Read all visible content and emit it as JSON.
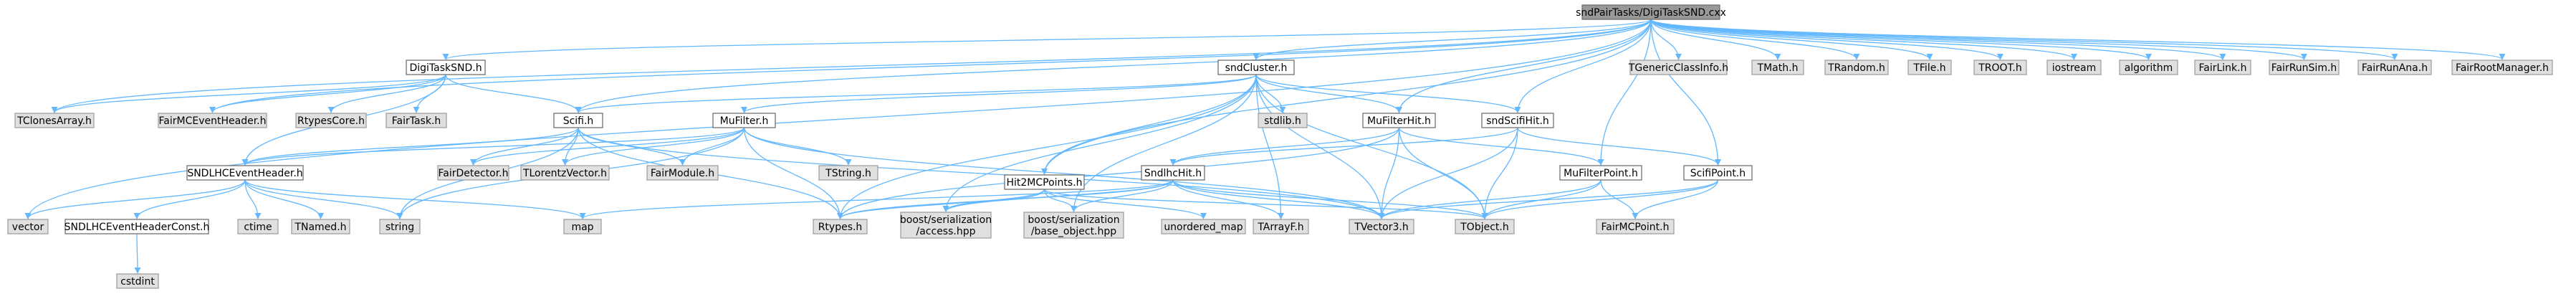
{
  "colors": {
    "edge": "#63b8ff",
    "root_fill": "#999999",
    "internal_fill": "#ffffff",
    "external_fill": "#e0e0e0"
  },
  "nodes": [
    {
      "id": "root",
      "label": "sndPairTasks/DigiTaskSND.cxx",
      "kind": "root"
    },
    {
      "id": "digitasksnd_h",
      "label": "DigiTaskSND.h",
      "kind": "internal"
    },
    {
      "id": "sndcluster_h",
      "label": "sndCluster.h",
      "kind": "internal"
    },
    {
      "id": "tgenericclassinfo",
      "label": "TGenericClassInfo.h",
      "kind": "external"
    },
    {
      "id": "tmath",
      "label": "TMath.h",
      "kind": "external"
    },
    {
      "id": "trandom",
      "label": "TRandom.h",
      "kind": "external"
    },
    {
      "id": "tfile",
      "label": "TFile.h",
      "kind": "external"
    },
    {
      "id": "troot",
      "label": "TROOT.h",
      "kind": "external"
    },
    {
      "id": "iostream",
      "label": "iostream",
      "kind": "external"
    },
    {
      "id": "algorithm",
      "label": "algorithm",
      "kind": "external"
    },
    {
      "id": "fairlink",
      "label": "FairLink.h",
      "kind": "external"
    },
    {
      "id": "fairrunsim",
      "label": "FairRunSim.h",
      "kind": "external"
    },
    {
      "id": "fairrunana",
      "label": "FairRunAna.h",
      "kind": "external"
    },
    {
      "id": "fairrootmanager",
      "label": "FairRootManager.h",
      "kind": "external"
    },
    {
      "id": "tclonesarray",
      "label": "TClonesArray.h",
      "kind": "external"
    },
    {
      "id": "fairmceventheader",
      "label": "FairMCEventHeader.h",
      "kind": "external"
    },
    {
      "id": "rtypescore",
      "label": "RtypesCore.h",
      "kind": "external"
    },
    {
      "id": "fairtask",
      "label": "FairTask.h",
      "kind": "external"
    },
    {
      "id": "scifi_h",
      "label": "Scifi.h",
      "kind": "internal"
    },
    {
      "id": "mufilter_h",
      "label": "MuFilter.h",
      "kind": "internal"
    },
    {
      "id": "stdlib",
      "label": "stdlib.h",
      "kind": "external"
    },
    {
      "id": "mufilterhit_h",
      "label": "MuFilterHit.h",
      "kind": "internal"
    },
    {
      "id": "sndscifihit_h",
      "label": "sndScifiHit.h",
      "kind": "internal"
    },
    {
      "id": "sndlhceventheader_h",
      "label": "SNDLHCEventHeader.h",
      "kind": "internal"
    },
    {
      "id": "fairdetector",
      "label": "FairDetector.h",
      "kind": "external"
    },
    {
      "id": "tlorentzvector",
      "label": "TLorentzVector.h",
      "kind": "external"
    },
    {
      "id": "fairmodule",
      "label": "FairModule.h",
      "kind": "external"
    },
    {
      "id": "tstring",
      "label": "TString.h",
      "kind": "external"
    },
    {
      "id": "sndlhchit_h",
      "label": "SndlhcHit.h",
      "kind": "internal"
    },
    {
      "id": "mufilterpoint_h",
      "label": "MuFilterPoint.h",
      "kind": "internal"
    },
    {
      "id": "scifipoint_h",
      "label": "ScifiPoint.h",
      "kind": "internal"
    },
    {
      "id": "hit2mcpoints_h",
      "label": "Hit2MCPoints.h",
      "kind": "internal"
    },
    {
      "id": "vector",
      "label": "vector",
      "kind": "external"
    },
    {
      "id": "sndlhceventheaderconst_h",
      "label": "SNDLHCEventHeaderConst.h",
      "kind": "internal"
    },
    {
      "id": "ctime",
      "label": "ctime",
      "kind": "external"
    },
    {
      "id": "tnamed",
      "label": "TNamed.h",
      "kind": "external"
    },
    {
      "id": "string",
      "label": "string",
      "kind": "external"
    },
    {
      "id": "map",
      "label": "map",
      "kind": "external"
    },
    {
      "id": "rtypes",
      "label": "Rtypes.h",
      "kind": "external"
    },
    {
      "id": "boost_access",
      "label": "boost/serialization\n/access.hpp",
      "kind": "external"
    },
    {
      "id": "boost_base",
      "label": "boost/serialization\n/base_object.hpp",
      "kind": "external"
    },
    {
      "id": "unordered_map",
      "label": "unordered_map",
      "kind": "external"
    },
    {
      "id": "tarrayf",
      "label": "TArrayF.h",
      "kind": "external"
    },
    {
      "id": "tvector3",
      "label": "TVector3.h",
      "kind": "external"
    },
    {
      "id": "tobject",
      "label": "TObject.h",
      "kind": "external"
    },
    {
      "id": "fairmcpoint",
      "label": "FairMCPoint.h",
      "kind": "external"
    },
    {
      "id": "cstdint",
      "label": "cstdint",
      "kind": "external"
    }
  ],
  "edges": [
    [
      "root",
      "digitasksnd_h"
    ],
    [
      "root",
      "sndcluster_h"
    ],
    [
      "root",
      "tgenericclassinfo"
    ],
    [
      "root",
      "tmath"
    ],
    [
      "root",
      "trandom"
    ],
    [
      "root",
      "tfile"
    ],
    [
      "root",
      "troot"
    ],
    [
      "root",
      "iostream"
    ],
    [
      "root",
      "algorithm"
    ],
    [
      "root",
      "fairlink"
    ],
    [
      "root",
      "fairrunsim"
    ],
    [
      "root",
      "fairrunana"
    ],
    [
      "root",
      "fairrootmanager"
    ],
    [
      "root",
      "tclonesarray"
    ],
    [
      "root",
      "fairmceventheader"
    ],
    [
      "root",
      "scifi_h"
    ],
    [
      "root",
      "mufilterhit_h"
    ],
    [
      "root",
      "sndscifihit_h"
    ],
    [
      "root",
      "mufilterpoint_h"
    ],
    [
      "root",
      "scifipoint_h"
    ],
    [
      "root",
      "hit2mcpoints_h"
    ],
    [
      "root",
      "vector"
    ],
    [
      "digitasksnd_h",
      "tclonesarray"
    ],
    [
      "digitasksnd_h",
      "fairmceventheader"
    ],
    [
      "digitasksnd_h",
      "rtypescore"
    ],
    [
      "digitasksnd_h",
      "fairtask"
    ],
    [
      "digitasksnd_h",
      "scifi_h"
    ],
    [
      "digitasksnd_h",
      "sndlhceventheader_h"
    ],
    [
      "sndcluster_h",
      "scifi_h"
    ],
    [
      "sndcluster_h",
      "mufilter_h"
    ],
    [
      "sndcluster_h",
      "stdlib"
    ],
    [
      "sndcluster_h",
      "mufilterhit_h"
    ],
    [
      "sndcluster_h",
      "sndscifihit_h"
    ],
    [
      "sndcluster_h",
      "hit2mcpoints_h"
    ],
    [
      "sndcluster_h",
      "tobject"
    ],
    [
      "sndcluster_h",
      "tvector3"
    ],
    [
      "sndcluster_h",
      "tarrayf"
    ],
    [
      "sndcluster_h",
      "boost_access"
    ],
    [
      "sndcluster_h",
      "boost_base"
    ],
    [
      "sndcluster_h",
      "rtypes"
    ],
    [
      "scifi_h",
      "sndlhceventheader_h"
    ],
    [
      "scifi_h",
      "fairdetector"
    ],
    [
      "scifi_h",
      "tlorentzvector"
    ],
    [
      "scifi_h",
      "fairmodule"
    ],
    [
      "scifi_h",
      "tvector3"
    ],
    [
      "scifi_h",
      "string"
    ],
    [
      "scifi_h",
      "rtypes"
    ],
    [
      "mufilter_h",
      "sndlhceventheader_h"
    ],
    [
      "mufilter_h",
      "fairdetector"
    ],
    [
      "mufilter_h",
      "tlorentzvector"
    ],
    [
      "mufilter_h",
      "fairmodule"
    ],
    [
      "mufilter_h",
      "tstring"
    ],
    [
      "mufilter_h",
      "tvector3"
    ],
    [
      "mufilter_h",
      "string"
    ],
    [
      "mufilter_h",
      "rtypes"
    ],
    [
      "mufilterhit_h",
      "sndlhchit_h"
    ],
    [
      "mufilterhit_h",
      "tobject"
    ],
    [
      "mufilterhit_h",
      "tvector3"
    ],
    [
      "mufilterhit_h",
      "mufilterpoint_h"
    ],
    [
      "mufilterhit_h",
      "rtypes"
    ],
    [
      "sndscifihit_h",
      "sndlhchit_h"
    ],
    [
      "sndscifihit_h",
      "scifipoint_h"
    ],
    [
      "sndscifihit_h",
      "tobject"
    ],
    [
      "sndscifihit_h",
      "tvector3"
    ],
    [
      "sndlhceventheader_h",
      "sndlhceventheaderconst_h"
    ],
    [
      "sndlhceventheader_h",
      "ctime"
    ],
    [
      "sndlhceventheader_h",
      "tnamed"
    ],
    [
      "sndlhceventheader_h",
      "string"
    ],
    [
      "sndlhceventheader_h",
      "map"
    ],
    [
      "sndlhceventheader_h",
      "vector"
    ],
    [
      "sndlhceventheaderconst_h",
      "cstdint"
    ],
    [
      "sndlhchit_h",
      "tobject"
    ],
    [
      "sndlhchit_h",
      "tvector3"
    ],
    [
      "sndlhchit_h",
      "tarrayf"
    ],
    [
      "sndlhchit_h",
      "boost_access"
    ],
    [
      "sndlhchit_h",
      "boost_base"
    ],
    [
      "sndlhchit_h",
      "rtypes"
    ],
    [
      "sndlhchit_h",
      "map"
    ],
    [
      "mufilterpoint_h",
      "fairmcpoint"
    ],
    [
      "mufilterpoint_h",
      "tobject"
    ],
    [
      "mufilterpoint_h",
      "tvector3"
    ],
    [
      "scifipoint_h",
      "fairmcpoint"
    ],
    [
      "scifipoint_h",
      "tobject"
    ],
    [
      "scifipoint_h",
      "tvector3"
    ],
    [
      "hit2mcpoints_h",
      "boost_access"
    ],
    [
      "hit2mcpoints_h",
      "boost_base"
    ],
    [
      "hit2mcpoints_h",
      "unordered_map"
    ],
    [
      "hit2mcpoints_h",
      "tobject"
    ],
    [
      "hit2mcpoints_h",
      "rtypes"
    ]
  ]
}
